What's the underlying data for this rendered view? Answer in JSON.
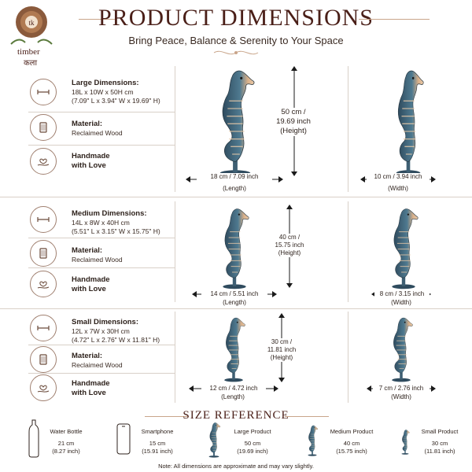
{
  "brand": {
    "name": "timber",
    "script_name": "कला"
  },
  "header": {
    "title": "PRODUCT DIMENSIONS",
    "subtitle": "Bring Peace, Balance & Serenity to Your Space"
  },
  "sections": [
    {
      "dims_label": "Large Dimensions:",
      "dims_cm": "18L x 10W x 50H cm",
      "dims_in": "(7.09\" L x 3.94\" W x 19.69\" H)",
      "material_label": "Material:",
      "material_value": "Reclaimed Wood",
      "handmade_line1": "Handmade",
      "handmade_line2": "with Love",
      "height_value": "50 cm /",
      "height_value2": "19.69 inch",
      "height_label": "(Height)",
      "length_value": "18 cm / 7.09 inch",
      "length_label": "(Length)",
      "width_value": "10 cm / 3.94 inch",
      "width_label": "(Width)"
    },
    {
      "dims_label": "Medium Dimensions:",
      "dims_cm": "14L x 8W x 40H cm",
      "dims_in": "(5.51\" L x 3.15\" W x 15.75\" H)",
      "material_label": "Material:",
      "material_value": "Reclaimed Wood",
      "handmade_line1": "Handmade",
      "handmade_line2": "with Love",
      "height_value": "40 cm /",
      "height_value2": "15.75 inch",
      "height_label": "(Height)",
      "length_value": "14 cm / 5.51 inch",
      "length_label": "(Length)",
      "width_value": "8 cm / 3.15 inch",
      "width_label": "(Width)"
    },
    {
      "dims_label": "Small Dimensions:",
      "dims_cm": "12L x 7W x 30H cm",
      "dims_in": "(4.72\" L x 2.76\" W x 11.81\" H)",
      "material_label": "Material:",
      "material_value": "Reclaimed Wood",
      "handmade_line1": "Handmade",
      "handmade_line2": "with Love",
      "height_value": "30 cm /",
      "height_value2": "11.81 inch",
      "height_label": "(Height)",
      "length_value": "12 cm / 4.72 inch",
      "length_label": "(Length)",
      "width_value": "7 cm / 2.76 inch",
      "width_label": "(Width)"
    }
  ],
  "size_reference": {
    "title": "SIZE REFERENCE",
    "items": [
      {
        "name": "Water Bottle",
        "cm": "21 cm",
        "in": "(8.27 inch)"
      },
      {
        "name": "Smartphone",
        "cm": "15 cm",
        "in": "(15.91 inch)"
      },
      {
        "name": "Large Product",
        "cm": "50 cm",
        "in": "(19.69 inch)"
      },
      {
        "name": "Medium Product",
        "cm": "40 cm",
        "in": "(15.75 inch)"
      },
      {
        "name": "Small Product",
        "cm": "30 cm",
        "in": "(11.81 inch)"
      }
    ]
  },
  "note": "Note: All dimensions are approximate and may vary slightly.",
  "colors": {
    "title": "#4a1f18",
    "accent": "#c9a58a",
    "seahorse_blue": "#3e5f73",
    "seahorse_wood": "#d9b08a"
  }
}
